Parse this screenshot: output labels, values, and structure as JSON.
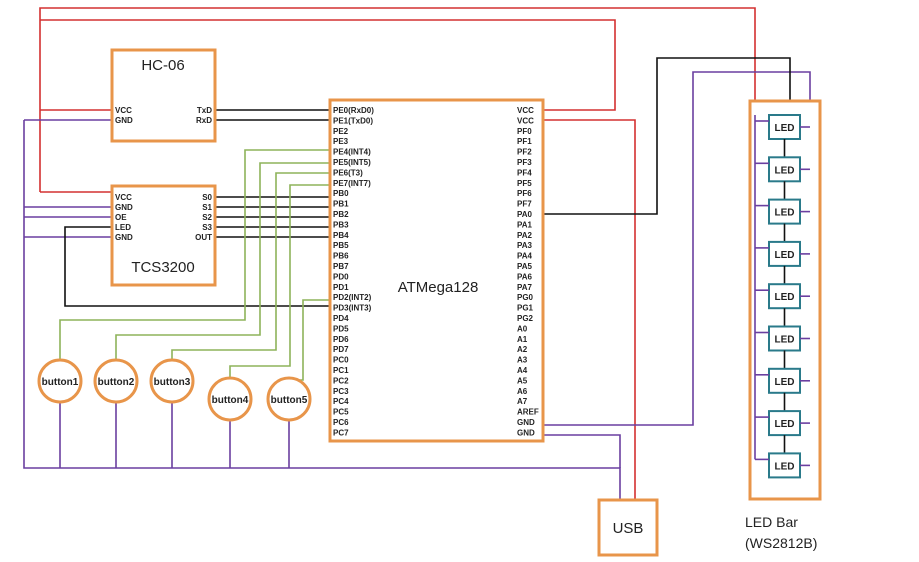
{
  "colors": {
    "box_border": "#e8954a",
    "wire_power": "#d33030",
    "wire_ground": "#6a3fa0",
    "wire_signal": "#111111",
    "wire_button": "#8db35a",
    "led_border": "#2a7a8a"
  },
  "hc06": {
    "title": "HC-06",
    "left_pins": [
      "VCC",
      "GND"
    ],
    "right_pins": [
      "TxD",
      "RxD"
    ]
  },
  "tcs3200": {
    "title": "TCS3200",
    "left_pins": [
      "VCC",
      "GND",
      "OE",
      "LED",
      "GND"
    ],
    "right_pins": [
      "S0",
      "S1",
      "S2",
      "S3",
      "OUT"
    ]
  },
  "mcu": {
    "title": "ATMega128",
    "left_pins": [
      "PE0(RxD0)",
      "PE1(TxD0)",
      "PE2",
      "PE3",
      "PE4(INT4)",
      "PE5(INT5)",
      "PE6(T3)",
      "PE7(INT7)",
      "PB0",
      "PB1",
      "PB2",
      "PB3",
      "PB4",
      "PB5",
      "PB6",
      "PB7",
      "PD0",
      "PD1",
      "PD2(INT2)",
      "PD3(INT3)",
      "PD4",
      "PD5",
      "PD6",
      "PD7",
      "PC0",
      "PC1",
      "PC2",
      "PC3",
      "PC4",
      "PC5",
      "PC6",
      "PC7"
    ],
    "right_pins": [
      "VCC",
      "VCC",
      "PF0",
      "PF1",
      "PF2",
      "PF3",
      "PF4",
      "PF5",
      "PF6",
      "PF7",
      "PA0",
      "PA1",
      "PA2",
      "PA3",
      "PA4",
      "PA5",
      "PA6",
      "PA7",
      "PG0",
      "PG1",
      "PG2",
      "A0",
      "A1",
      "A2",
      "A3",
      "A4",
      "A5",
      "A6",
      "A7",
      "AREF",
      "GND",
      "GND"
    ]
  },
  "buttons": [
    "button1",
    "button2",
    "button3",
    "button4",
    "button5"
  ],
  "usb": {
    "label": "USB"
  },
  "led_bar": {
    "led_label": "LED",
    "count": 9,
    "caption_line1": "LED Bar",
    "caption_line2": "(WS2812B)"
  }
}
